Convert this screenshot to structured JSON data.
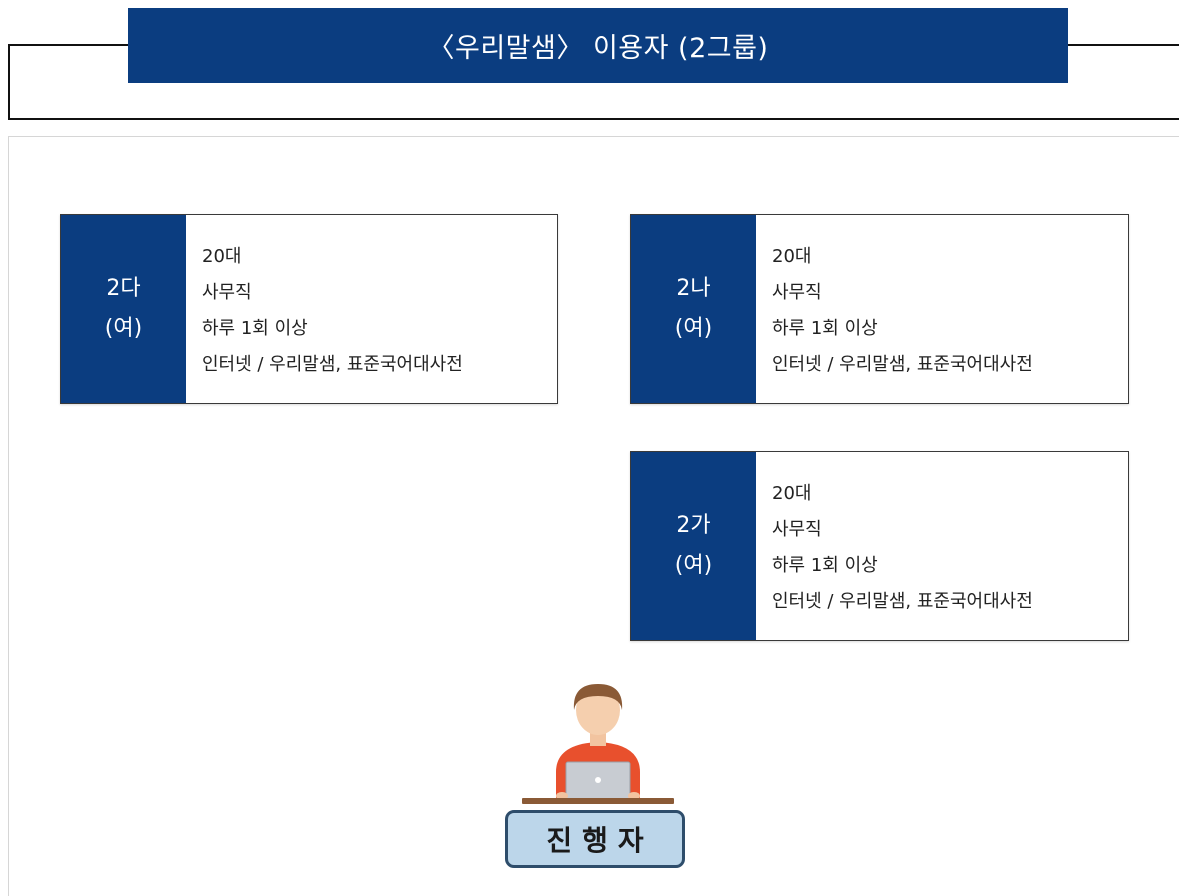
{
  "title": "〈우리말샘〉 이용자 (2그룹)",
  "users": [
    {
      "id": "2다",
      "gender": "(여)",
      "details": [
        "20대",
        "사무직",
        "하루 1회 이상",
        "인터넷 / 우리말샘, 표준국어대사전"
      ]
    },
    {
      "id": "2나",
      "gender": "(여)",
      "details": [
        "20대",
        "사무직",
        "하루 1회 이상",
        "인터넷 / 우리말샘, 표준국어대사전"
      ]
    },
    {
      "id": "2가",
      "gender": "(여)",
      "details": [
        "20대",
        "사무직",
        "하루 1회 이상",
        "인터넷 / 우리말샘, 표준국어대사전"
      ]
    }
  ],
  "presenter": {
    "label": "진행자",
    "icon": "person-at-laptop-icon"
  },
  "colors": {
    "accent": "#0b3d80",
    "presenter_label_bg": "#bcd6ea",
    "presenter_label_border": "#2e4d6b"
  }
}
